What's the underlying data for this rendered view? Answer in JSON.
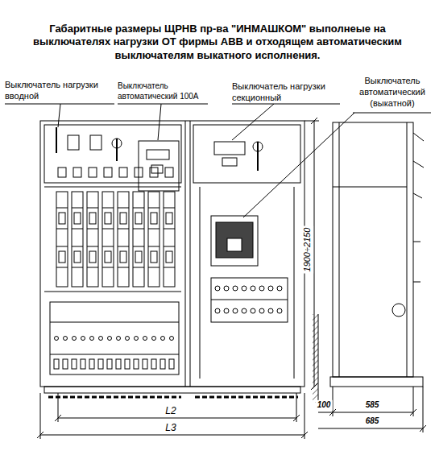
{
  "diagram": {
    "title": "Габаритные размеры ЩРНВ пр-ва \"ИНМАШКОМ\" выполнеые на выключателях нагрузки ОТ фирмы АВВ и отходящем автоматическим выключателям выкатного исполнения.",
    "labels": [
      "Выключатель нагрузки вводной",
      "Выключатель автоматический 100А",
      "Выключатель нагрузки секционный",
      "Выключатель автоматический (выкатной)",
      "1900÷2150",
      "L2",
      "L3",
      "100",
      "585",
      "685"
    ]
  }
}
